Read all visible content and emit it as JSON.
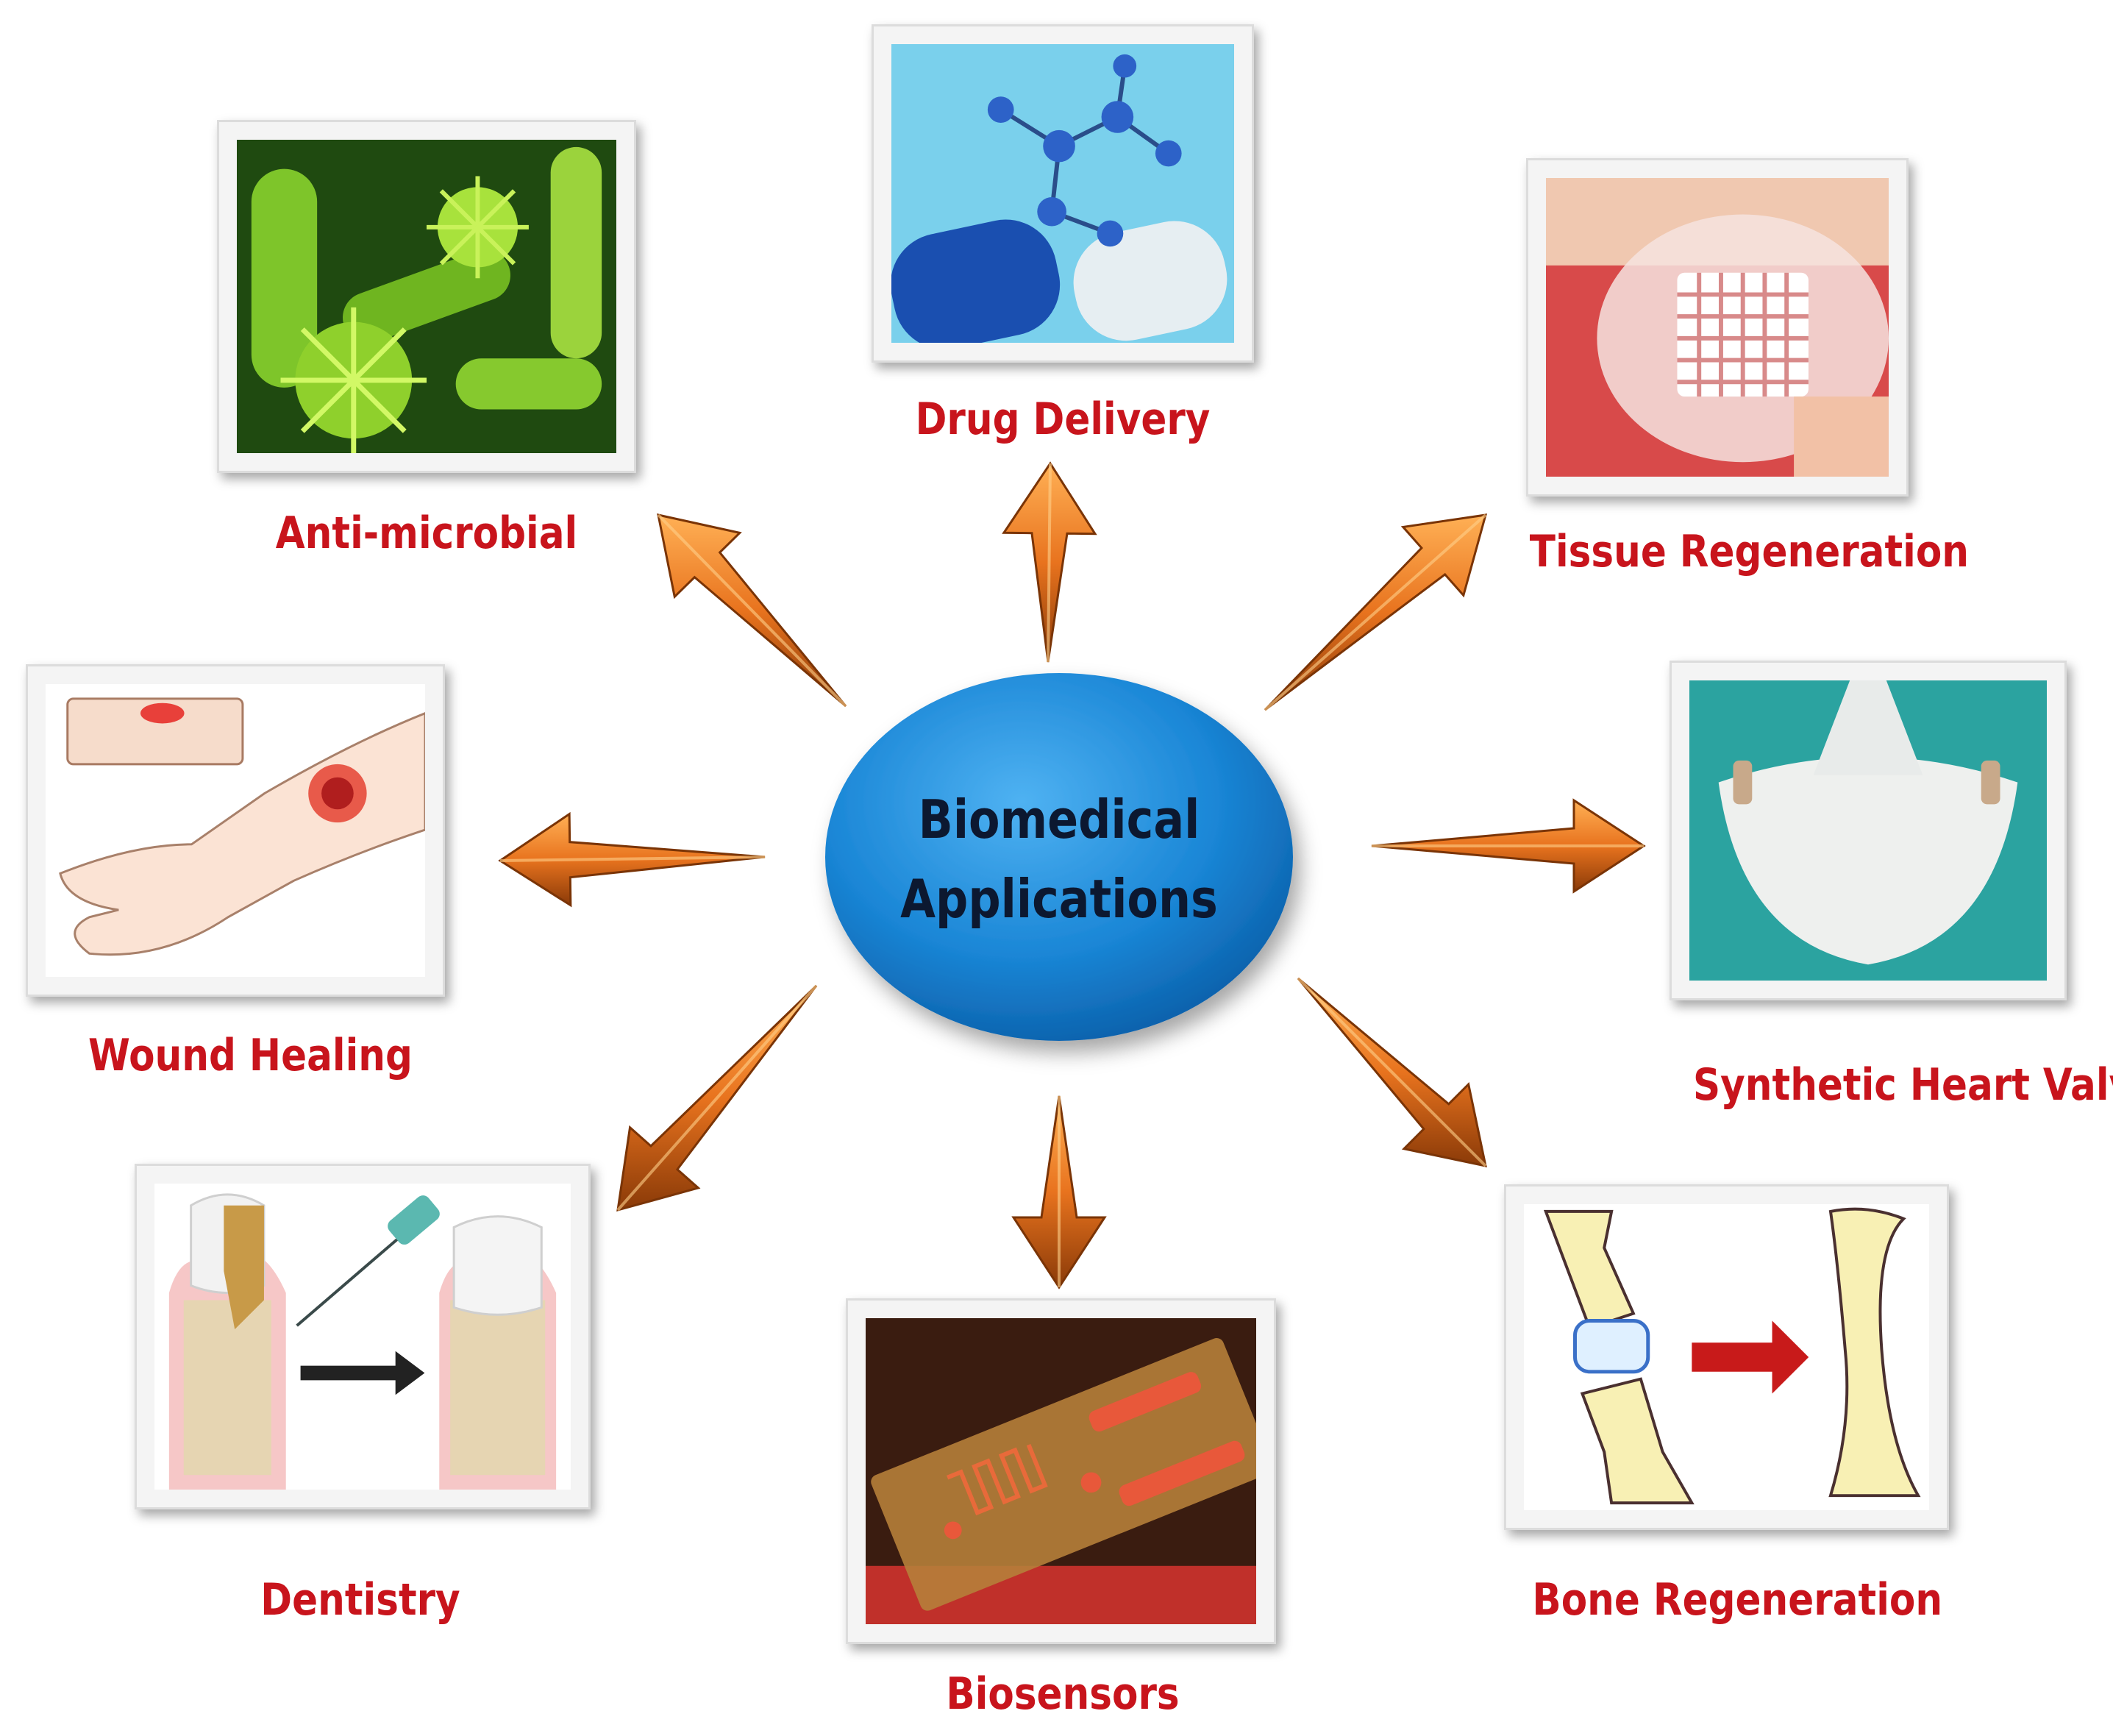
{
  "center": {
    "line1": "Biomedical",
    "line2": "Applications"
  },
  "applications": [
    {
      "label": "Anti-microbial",
      "image": "bacteria-virus-icon"
    },
    {
      "label": "Drug Delivery",
      "image": "capsule-molecule-icon"
    },
    {
      "label": "Tissue Regeneration",
      "image": "tissue-scaffold-icon"
    },
    {
      "label": "Synthetic Heart Valve",
      "image": "heart-valve-icon"
    },
    {
      "label": "Bone Regeneration",
      "image": "bone-graft-icon"
    },
    {
      "label": "Biosensors",
      "image": "biosensor-chip-icon"
    },
    {
      "label": "Dentistry",
      "image": "tooth-icon"
    },
    {
      "label": "Wound Healing",
      "image": "wound-arm-icon"
    }
  ],
  "colors": {
    "label": "#c8141c",
    "arrow": "#e8731e",
    "center": "#1a86d6",
    "center_text": "#0c1830"
  }
}
